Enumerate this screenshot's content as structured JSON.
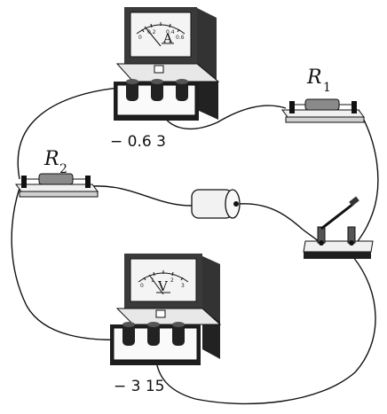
{
  "ammeter": {
    "symbol": "A",
    "terminals": "− 0.6 3",
    "scale": [
      "0",
      "0.2",
      "0.4",
      "0.6"
    ]
  },
  "voltmeter": {
    "symbol": "V",
    "terminals": "− 3 15",
    "scale": [
      "0",
      "1",
      "2",
      "3"
    ]
  },
  "resistor1": {
    "label": "R",
    "subscript": "1"
  },
  "resistor2": {
    "label": "R",
    "subscript": "2"
  }
}
